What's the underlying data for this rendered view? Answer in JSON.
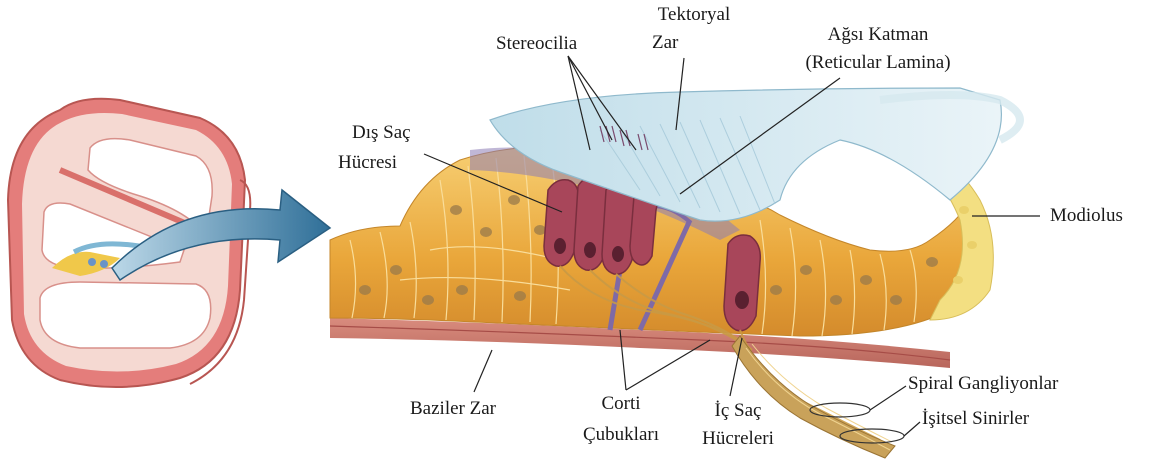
{
  "labels": {
    "stereocilia": "Stereocilia",
    "tektoryal_line1": "Tektoryal",
    "tektoryal_line2": "Zar",
    "agsi_line1": "Ağsı Katman",
    "agsi_line2": "(Reticular Lamina)",
    "dis_sac_line1": "Dış Saç",
    "dis_sac_line2": "Hücresi",
    "modiolus": "Modiolus",
    "baziler": "Baziler Zar",
    "corti_line1": "Corti",
    "corti_line2": "Çubukları",
    "ic_sac_line1": "İç Saç",
    "ic_sac_line2": "Hücreleri",
    "spiral": "Spiral Gangliyonlar",
    "isitsel": "İşitsel Sinirler"
  },
  "colors": {
    "cochlea_wall": "#e07a78",
    "cochlea_inner": "#f6dcd6",
    "arrow": "#3f7ea6",
    "tissue": "#e9a93a",
    "tissue_light": "#f6c96a",
    "hair_cell": "#a8465a",
    "tectorial": "#cfe6ef",
    "basilar": "#c9736a",
    "nerve": "#c99a45",
    "modiolus": "#f2dc7a"
  }
}
